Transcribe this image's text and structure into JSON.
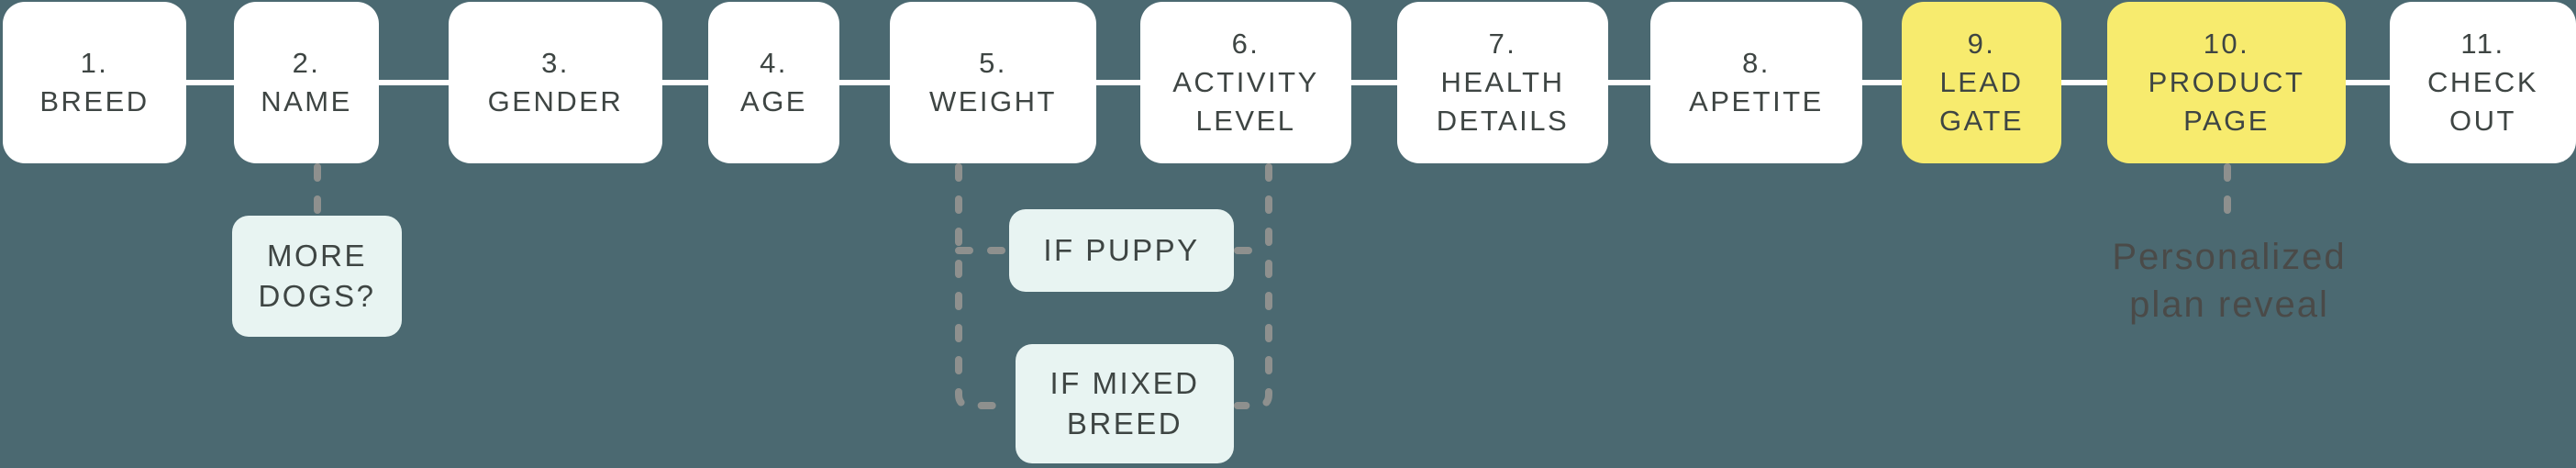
{
  "flow": {
    "steps": [
      {
        "num": "1.",
        "label": "BREED",
        "highlight": false
      },
      {
        "num": "2.",
        "label": "NAME",
        "highlight": false
      },
      {
        "num": "3.",
        "label": "GENDER",
        "highlight": false
      },
      {
        "num": "4.",
        "label": "AGE",
        "highlight": false
      },
      {
        "num": "5.",
        "label": "WEIGHT",
        "highlight": false
      },
      {
        "num": "6.",
        "label": "ACTIVITY\nLEVEL",
        "highlight": false
      },
      {
        "num": "7.",
        "label": "HEALTH\nDETAILS",
        "highlight": false
      },
      {
        "num": "8.",
        "label": "APETITE",
        "highlight": false
      },
      {
        "num": "9.",
        "label": "LEAD\nGATE",
        "highlight": true
      },
      {
        "num": "10.",
        "label": "PRODUCT\nPAGE",
        "highlight": true
      },
      {
        "num": "11.",
        "label": "CHECK\nOUT",
        "highlight": false
      }
    ],
    "branches": {
      "more_dogs_label": "MORE\nDOGS?",
      "if_puppy_label": "IF PUPPY",
      "if_mixed_breed_label": "IF MIXED\nBREED"
    },
    "note_label": "Personalized\nplan reveal"
  },
  "colors": {
    "background": "#4b6971",
    "step_box": "#ffffff",
    "highlight_box": "#f7eb6e",
    "branch_box": "#e8f4f2",
    "connector_line": "#ffffff",
    "dashed_line": "#8e908e",
    "step_text": "#3e4543",
    "note_text": "#4a4a48"
  }
}
